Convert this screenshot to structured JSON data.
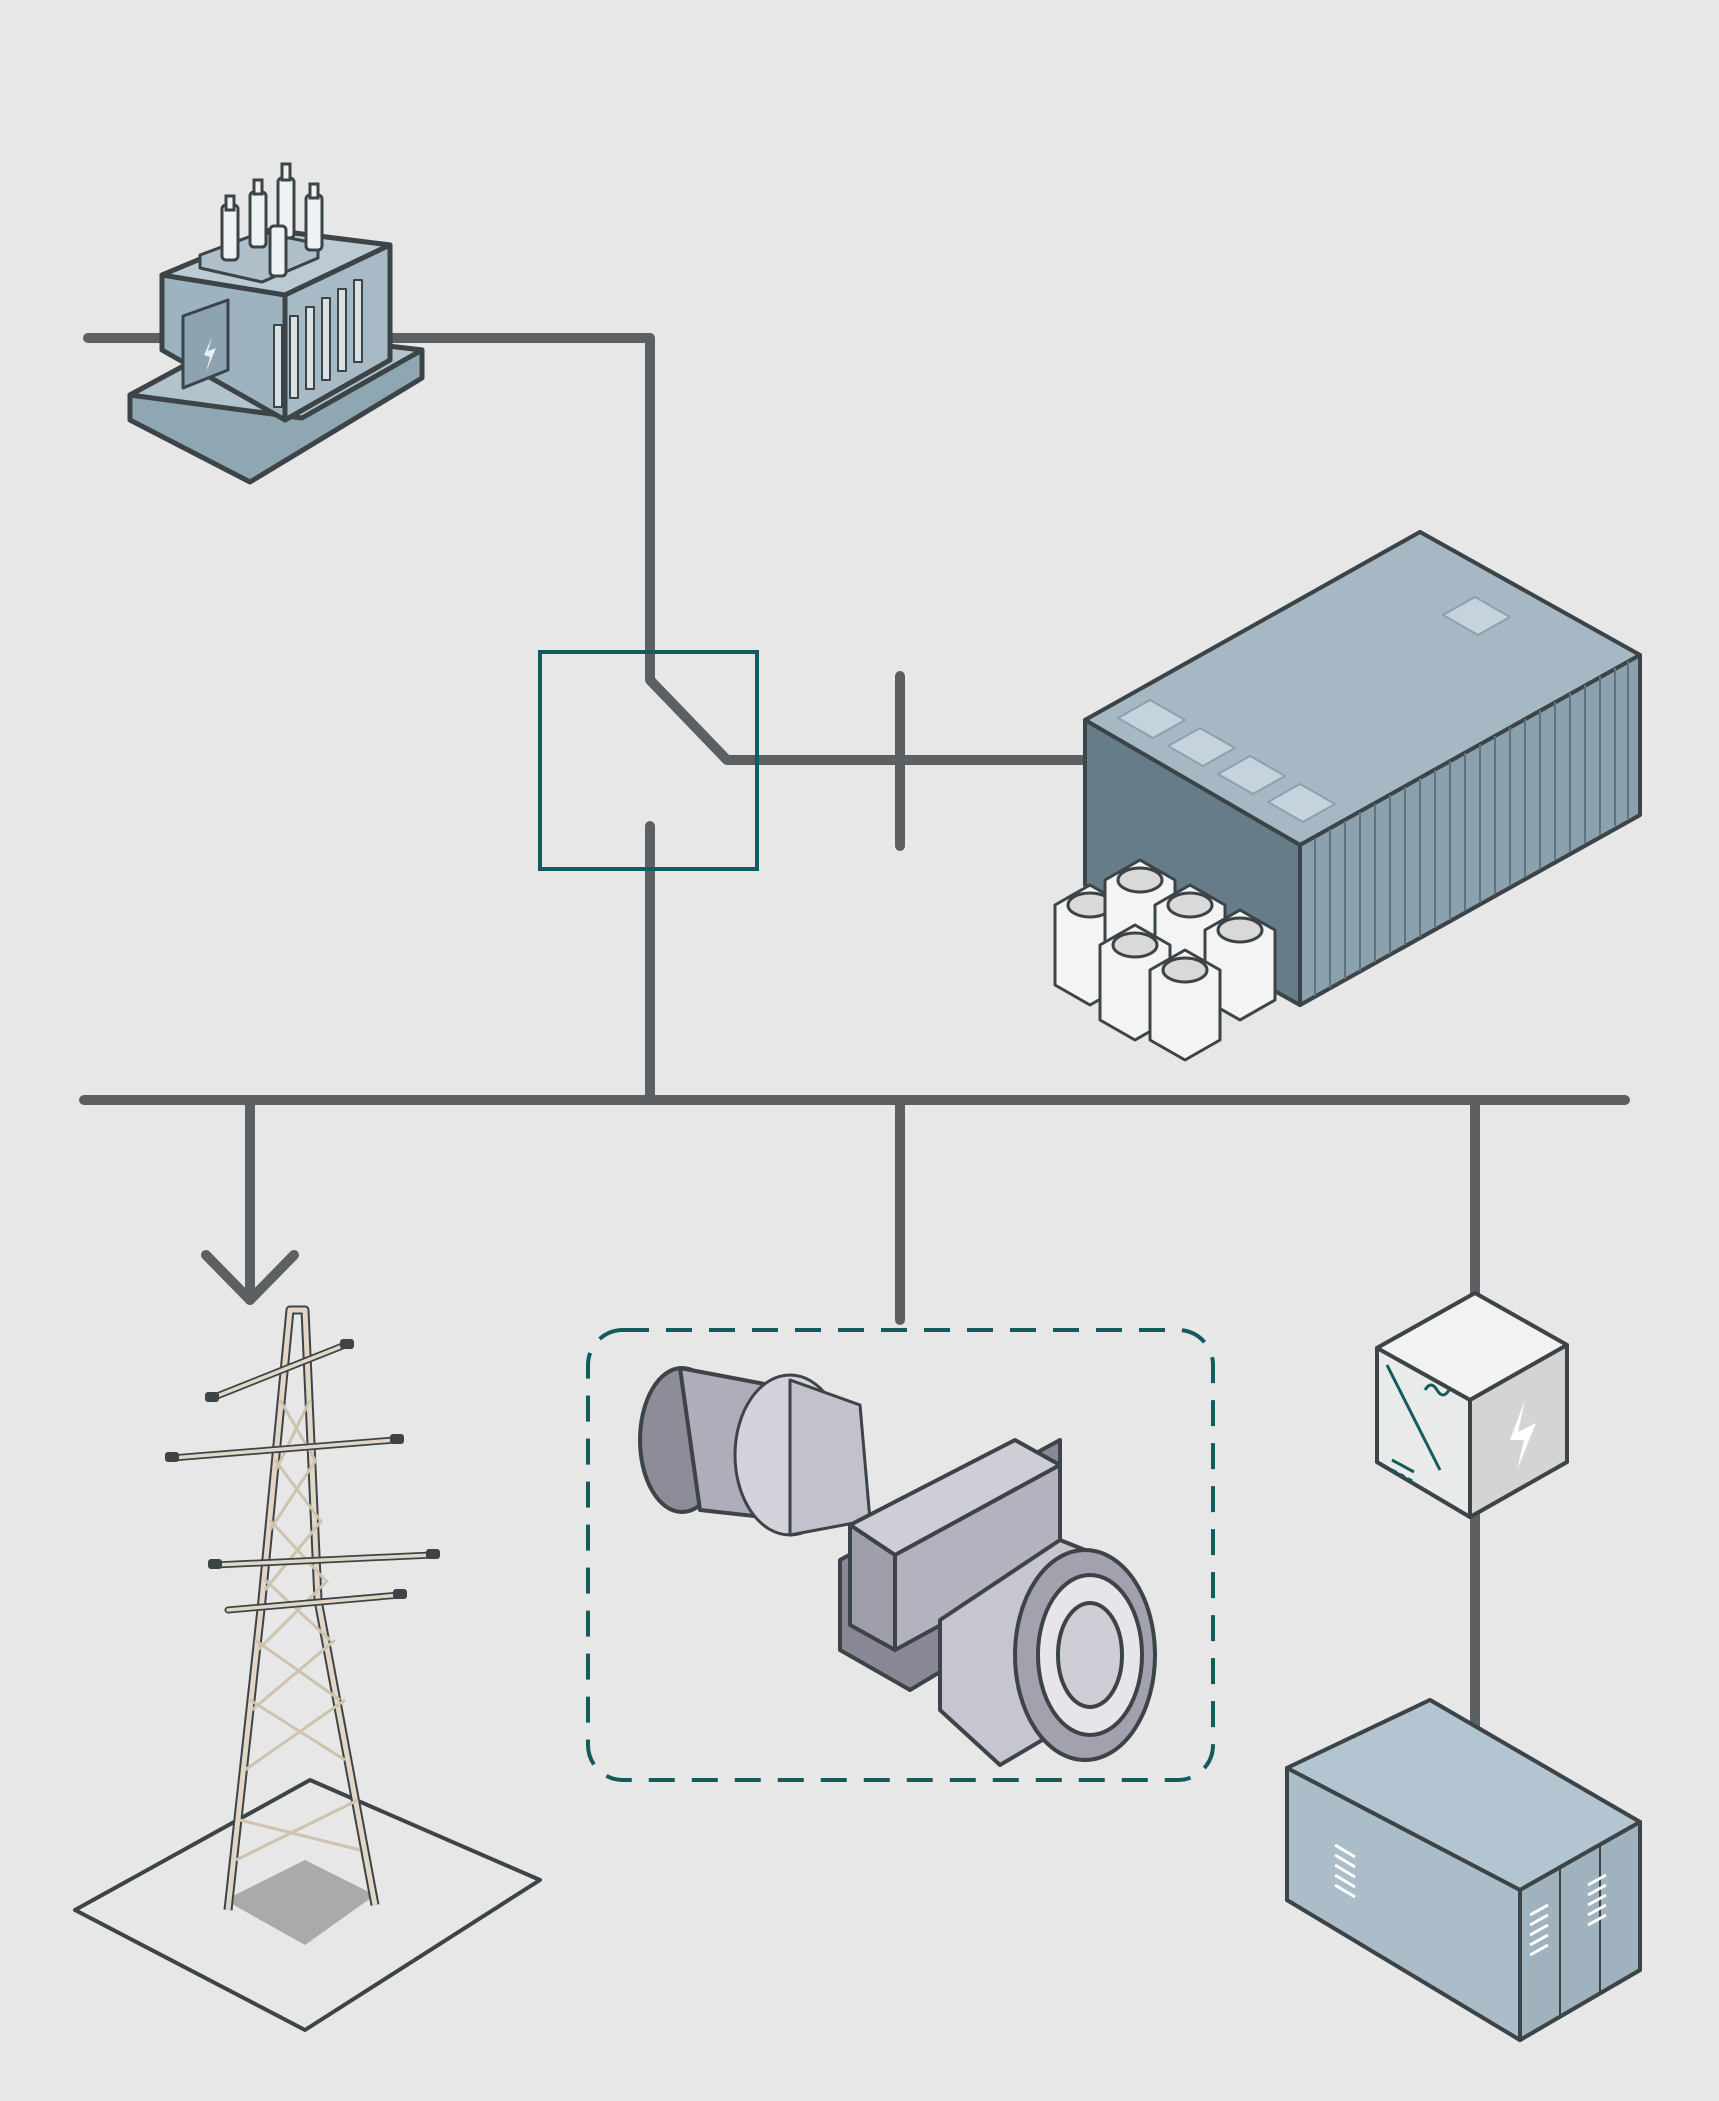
{
  "diagram": {
    "background": "#e6e7e6",
    "colors": {
      "wire": "#5c6062",
      "switch_box": "#145b5c",
      "turbine_frame": "#145b5c",
      "equipment_blue": "#a9bcc7",
      "equipment_dark": "#627785",
      "outline": "#3d4448",
      "tower_lattice": "#e2d7c6",
      "turbine_gray": "#b0adba",
      "inverter_white": "#ececec",
      "chiller_white": "#f4f4f4"
    },
    "components": [
      {
        "name": "transformer",
        "icon": "transformer-icon"
      },
      {
        "name": "transfer-switch",
        "icon": "switch-icon"
      },
      {
        "name": "disconnect",
        "icon": "isolator-icon"
      },
      {
        "name": "data-center-container",
        "icon": "container-icon"
      },
      {
        "name": "chiller-units",
        "icon": "fan-icon"
      },
      {
        "name": "main-busbar",
        "icon": "bus-icon"
      },
      {
        "name": "export-arrow",
        "icon": "arrow-down-icon"
      },
      {
        "name": "transmission-tower",
        "icon": "pylon-icon"
      },
      {
        "name": "gas-turbine-generator",
        "icon": "turbine-icon"
      },
      {
        "name": "inverter",
        "icon": "inverter-icon"
      },
      {
        "name": "battery-storage",
        "icon": "battery-cabinet-icon"
      }
    ]
  }
}
